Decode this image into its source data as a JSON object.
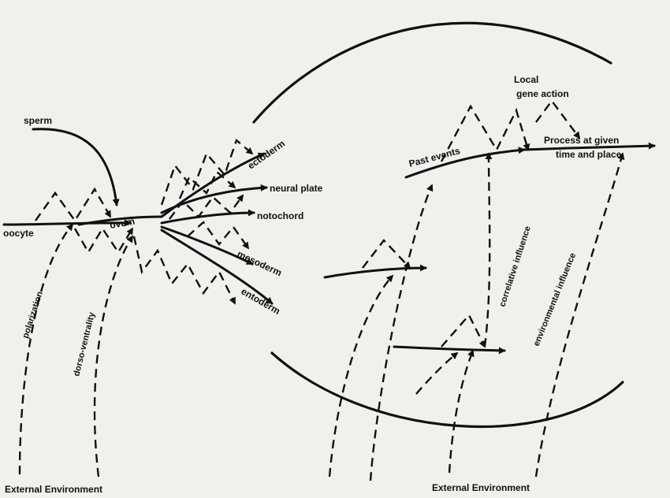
{
  "labels": {
    "sperm": "sperm",
    "oocyte": "oocyte",
    "ovum": "ovum",
    "ectoderm": "ectoderm",
    "neural_plate": "neural plate",
    "notochord": "notochord",
    "mesoderm": "mesoderm",
    "entoderm": "entoderm",
    "polarization": "polarization",
    "dorso_ventrality": "dorso-ventrality",
    "external_env_left": "External Environment",
    "local_gene_action_1": "Local",
    "local_gene_action_2": "gene action",
    "past_events": "Past events",
    "process_1": "Process at given",
    "process_2": "time and place",
    "correlative_influence": "correlative influence",
    "environmental_influence": "environmental influence",
    "external_env_right": "External Environment"
  },
  "colors": {
    "ink": "#111111",
    "paper": "#f1f0ed"
  }
}
